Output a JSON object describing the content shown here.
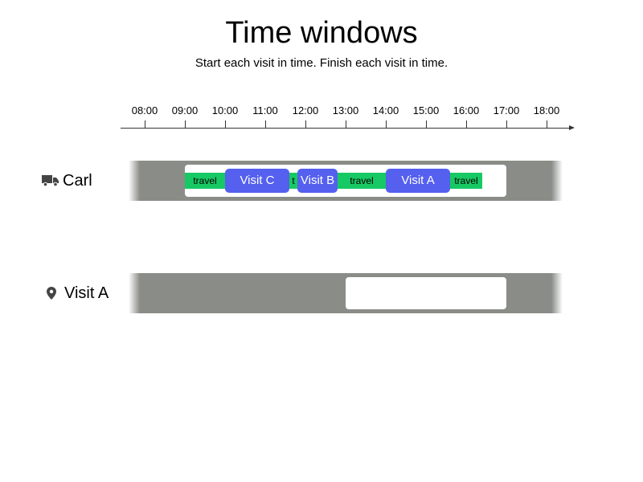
{
  "title": "Time windows",
  "subtitle": "Start each visit in time. Finish each visit in time.",
  "colors": {
    "track": "#8a8c87",
    "time_window": "#ffffff",
    "travel": "#17c964",
    "visit": "#5560ee"
  },
  "axis": {
    "ticks": [
      "08:00",
      "09:00",
      "10:00",
      "11:00",
      "12:00",
      "13:00",
      "14:00",
      "15:00",
      "16:00",
      "17:00",
      "18:00"
    ]
  },
  "rows": [
    {
      "label": "Carl",
      "icon": "truck-icon",
      "window": {
        "start": "09:00",
        "end": "17:00"
      },
      "segments": [
        {
          "kind": "travel",
          "label": "travel",
          "start": "09:00",
          "end": "10:00"
        },
        {
          "kind": "visit",
          "label": "Visit C",
          "start": "10:00",
          "end": "11:36"
        },
        {
          "kind": "travel",
          "label": "t",
          "start": "11:36",
          "end": "11:48"
        },
        {
          "kind": "visit",
          "label": "Visit B",
          "start": "11:48",
          "end": "12:48"
        },
        {
          "kind": "travel",
          "label": "travel",
          "start": "12:48",
          "end": "14:00"
        },
        {
          "kind": "visit",
          "label": "Visit A",
          "start": "14:00",
          "end": "15:36"
        },
        {
          "kind": "travel",
          "label": "travel",
          "start": "15:36",
          "end": "16:24"
        }
      ]
    },
    {
      "label": "Visit A",
      "icon": "location-pin-icon",
      "window": {
        "start": "13:00",
        "end": "17:00"
      },
      "segments": []
    }
  ]
}
